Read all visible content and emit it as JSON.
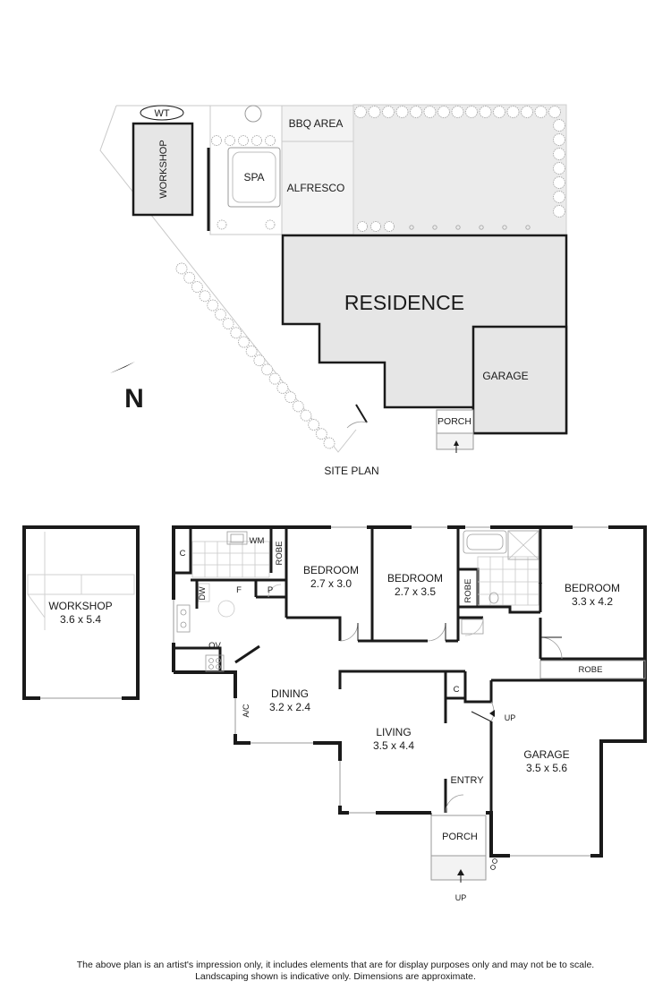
{
  "site_plan": {
    "title": "SITE PLAN",
    "north_label": "N",
    "labels": {
      "wt": "WT",
      "workshop": "WORKSHOP",
      "spa": "SPA",
      "bbq_area": "BBQ AREA",
      "alfresco": "ALFRESCO",
      "residence": "RESIDENCE",
      "garage": "GARAGE",
      "porch": "PORCH"
    }
  },
  "floor_plan": {
    "workshop": {
      "name": "WORKSHOP",
      "size": "3.6 x 5.4"
    },
    "bedroom1": {
      "name": "BEDROOM",
      "size": "2.7 x 3.0"
    },
    "bedroom2": {
      "name": "BEDROOM",
      "size": "2.7 x 3.5"
    },
    "bedroom3": {
      "name": "BEDROOM",
      "size": "3.3 x 4.2"
    },
    "dining": {
      "name": "DINING",
      "size": "3.2 x 2.4"
    },
    "living": {
      "name": "LIVING",
      "size": "3.5 x 4.4"
    },
    "garage": {
      "name": "GARAGE",
      "size": "3.5 x 5.6"
    },
    "small_labels": {
      "c1": "C",
      "wm": "WM",
      "robe1": "ROBE",
      "dw": "DW",
      "f": "F",
      "p": "P",
      "ov": "OV",
      "ac": "A/C",
      "robe2": "ROBE",
      "robe3": "ROBE",
      "c2": "C",
      "up1": "UP",
      "entry": "ENTRY",
      "porch": "PORCH",
      "up2": "UP"
    }
  },
  "disclaimer": {
    "line1": "The above plan is an artist's impression only, it includes elements that are for display purposes only and may not be to scale.",
    "line2": "Landscaping shown is indicative only. Dimensions are approximate."
  },
  "colors": {
    "wall": "#1a1a1a",
    "building_fill": "#e6e6e6",
    "lawn_fill": "#ebebeb",
    "paving_fill": "#f3f3f3",
    "outline": "#bdbdbd"
  }
}
